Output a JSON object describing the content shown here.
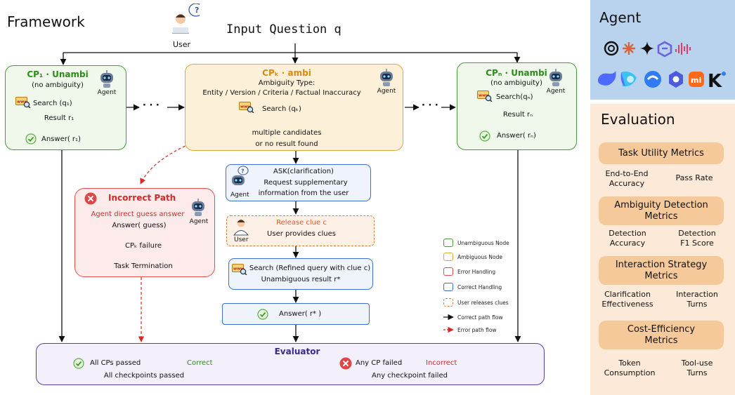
{
  "colors": {
    "unambiguous": "#4a9a3c",
    "ambiguous": "#e0a93a",
    "error": "#e05050",
    "correct": "#3d6fd6",
    "clue": "#e27b3a",
    "evaluator": "#5a3fa0",
    "agent_panel": "#b9d3ef",
    "eval_panel": "#fde9d8",
    "pill": "#f6c99a"
  },
  "framework": {
    "title": "Framework",
    "input_question": "Input Question q",
    "user_label": "User"
  },
  "cp1": {
    "title": "CP₁ · Unambi",
    "subtitle": "(no ambiguity)",
    "agent": "Agent",
    "search": "Search (q₁)",
    "result": "Result r₁",
    "answer": "Answer( r₁)"
  },
  "cpk": {
    "title": "CPₖ · ambi",
    "ambiguity_label": "Ambiguity Type:",
    "ambiguity_types": "Entity / Version / Criteria / Factual Inaccuracy",
    "agent": "Agent",
    "search": "Search (qₖ)",
    "outcome_line1": "multiple candidates",
    "outcome_line2": "or  no result found"
  },
  "cpn": {
    "title": "CPₙ · Unambi",
    "subtitle": "(no ambiguity)",
    "agent": "Agent",
    "search": "Search(qₙ)",
    "result": "Result rₙ",
    "answer": "Answer( rₙ)"
  },
  "dots": "· · ·",
  "incorrect": {
    "title": "Incorrect Path",
    "line1": "Agent direct guess answer",
    "line2": "Answer( guess)",
    "agent": "Agent",
    "failure": "CPₖ failure",
    "termination": "Task Termination"
  },
  "ask": {
    "line1": "ASK(clarification)",
    "line2": "Request supplementary",
    "line3": "information from the user",
    "agent": "Agent"
  },
  "release": {
    "title": "Release clue c",
    "line": "User provides clues",
    "user": "User"
  },
  "refined": {
    "line1": "Search (Refined query with clue c)",
    "line2": "Unambiguous result r*"
  },
  "final_answer": "Answer( r* )",
  "legend": [
    {
      "label": "Unambiguous Node",
      "kind": "box",
      "color": "#4a9a3c"
    },
    {
      "label": "Ambiguous Node",
      "kind": "box",
      "color": "#e0a93a"
    },
    {
      "label": "Error Handling",
      "kind": "box",
      "color": "#e05050"
    },
    {
      "label": "Correct Handling",
      "kind": "box",
      "color": "#3d6fd6"
    },
    {
      "label": "User releases clues",
      "kind": "dashed",
      "color": "#e27b3a"
    },
    {
      "label": "Correct path flow",
      "kind": "arrow",
      "color": "#111111"
    },
    {
      "label": "Error path flow",
      "kind": "dashed-arrow",
      "color": "#e03a3a"
    }
  ],
  "evaluator": {
    "title": "Evaluator",
    "pass_label": "All CPs passed",
    "pass_result": "Correct",
    "pass_sub": "All checkpoints passed",
    "fail_label": "Any CP failed",
    "fail_result": "Incorrect",
    "fail_sub": "Any checkpoint failed"
  },
  "agent_panel": {
    "title": "Agent",
    "icons": [
      "openai-icon",
      "claude-icon",
      "gemini-icon",
      "kimi-spark-icon",
      "minimax-icon",
      "deepseek-icon",
      "doubao-icon",
      "qwen-icon",
      "chatglm-icon",
      "xiaomi-mi-icon",
      "kimi-k-icon"
    ]
  },
  "evaluation": {
    "title": "Evaluation",
    "groups": [
      {
        "title": "Task Utility Metrics",
        "metrics": [
          "End-to-End\nAccuracy",
          "Pass Rate"
        ]
      },
      {
        "title": "Ambiguity Detection\nMetrics",
        "metrics": [
          "Detection\nAccuracy",
          "Detection\nF1 Score"
        ]
      },
      {
        "title": "Interaction Strategy\nMetrics",
        "metrics": [
          "Clarification\nEffectiveness",
          "Interaction\nTurns"
        ]
      },
      {
        "title": "Cost-Efficiency\nMetrics",
        "metrics": [
          "Token\nConsumption",
          "Tool-use\nTurns"
        ]
      }
    ]
  }
}
